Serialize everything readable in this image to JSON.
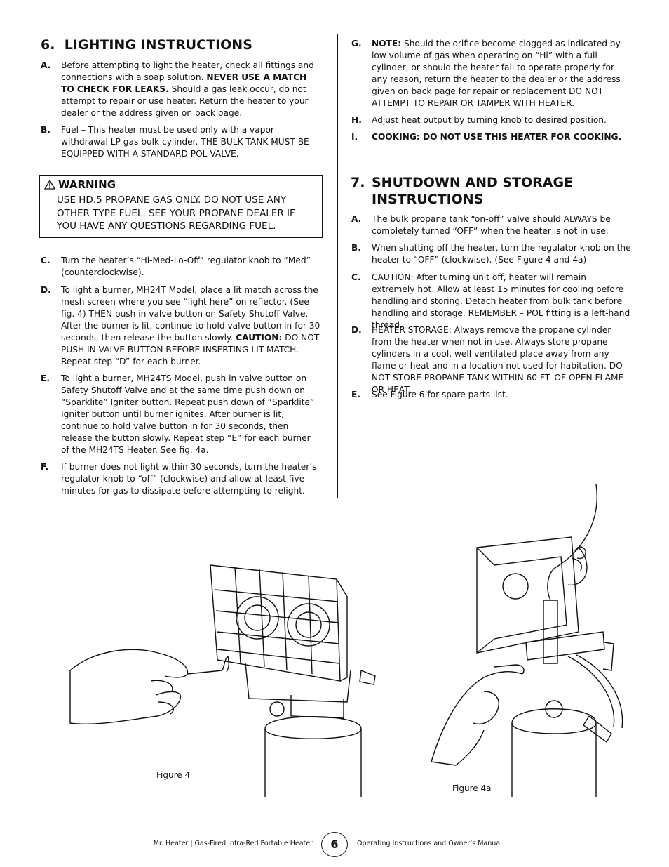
{
  "section6": {
    "number": "6.",
    "title": "LIGHTING INSTRUCTIONS",
    "A": {
      "label": "A.",
      "pre": "Before attempting to light the heater, check all fittings and connections with a soap solution. ",
      "bold": "NEVER USE A MATCH TO CHECK FOR LEAKS.",
      "post": " Should a gas leak occur, do not attempt to repair or use heater. Return the heater to your dealer or the address given on back page."
    },
    "B": {
      "label": "B.",
      "text": "Fuel – This heater must be used only with a vapor withdrawal LP gas bulk cylinder. THE BULK TANK MUST BE EQUIPPED WITH A STANDARD POL VALVE."
    },
    "warning": {
      "title": "WARNING",
      "text": "USE HD.5 PROPANE GAS ONLY. DO NOT USE ANY OTHER TYPE FUEL. SEE YOUR PROPANE DEALER IF YOU HAVE ANY  QUESTIONS REGARDING FUEL."
    },
    "C": {
      "label": "C.",
      "text": "Turn the heater’s “Hi-Med-Lo-Off” regulator knob to ”Med” (counterclockwise)."
    },
    "D": {
      "label": "D.",
      "pre": "To light a burner, MH24T Model, place a lit match across the mesh screen where you see “light here” on reflector. (See fig. 4) THEN push in valve button on Safety Shutoff Valve. After the burner is lit, continue to hold valve button in for 30 seconds, then release the button slowly. ",
      "bold": "CAUTION:",
      "post": " DO NOT PUSH IN VALVE BUTTON BEFORE INSERTING LIT MATCH. Repeat step “D” for each burner."
    },
    "E": {
      "label": "E.",
      "text": "To light a burner, MH24TS Model, push in valve button on Safety Shutoff Valve and at the same time push down on “Sparklite” Igniter button. Repeat push down of “Sparklite” Igniter button until burner ignites. After burner is lit, continue to hold valve button in for 30 seconds, then release the button slowly. Repeat step “E” for each burner of the MH24TS Heater. See fig. 4a."
    },
    "F": {
      "label": "F.",
      "text": "If burner does not light within 30 seconds, turn the heater’s regulator knob to “off” (clockwise) and allow at least five minutes for gas to dissipate before attempting to relight."
    }
  },
  "right_top": {
    "G": {
      "label": "G.",
      "bold": "NOTE:",
      "post": " Should the orifice become clogged as indicated by low volume of gas when operating on “Hi” with a full cylinder, or should the heater fail to operate properly for any reason, return the heater to the dealer or the address given on back page for repair or replacement DO NOT ATTEMPT TO REPAIR OR TAMPER WITH HEATER."
    },
    "H": {
      "label": "H.",
      "text": "Adjust heat output by turning knob to desired position."
    },
    "I": {
      "label": "I.",
      "bold": "COOKING: DO NOT USE THIS HEATER FOR COOKING."
    }
  },
  "section7": {
    "number": "7.",
    "title_line1": "SHUTDOWN AND STORAGE",
    "title_line2": "INSTRUCTIONS",
    "A": {
      "label": "A.",
      "text": "The bulk propane tank “on-off” valve should ALWAYS be completely turned “OFF” when the heater is not in use."
    },
    "B": {
      "label": "B.",
      "text": "When shutting off the heater, turn the regulator knob on the heater to “OFF” (clockwise). (See Figure 4 and 4a)"
    },
    "C": {
      "label": "C.",
      "text": "CAUTION: After turning unit off, heater will remain extremely hot. Allow at least 15 minutes for cooling before handling and storing. Detach heater from bulk tank before handling and storage. REMEMBER – POL fitting is a left-hand thread."
    },
    "D": {
      "label": "D.",
      "text": "HEATER STORAGE: Always remove the propane cylinder from the heater when not in use. Always store propane cylinders in a cool, well ventilated place away from any flame or heat and in a location not used for habitation. DO NOT STORE PROPANE TANK WITHIN 60 FT. OF OPEN FLAME OR HEAT."
    },
    "E": {
      "label": "E.",
      "text": "See Figure 6 for spare parts list."
    }
  },
  "figures": {
    "fig4": "Figure 4",
    "fig4a": "Figure 4a"
  },
  "footer": {
    "left": "Mr. Heater | Gas-Fired Infra-Red Portable Heater",
    "page": "6",
    "right": "Operating Instructions and Owner’s Manual"
  }
}
